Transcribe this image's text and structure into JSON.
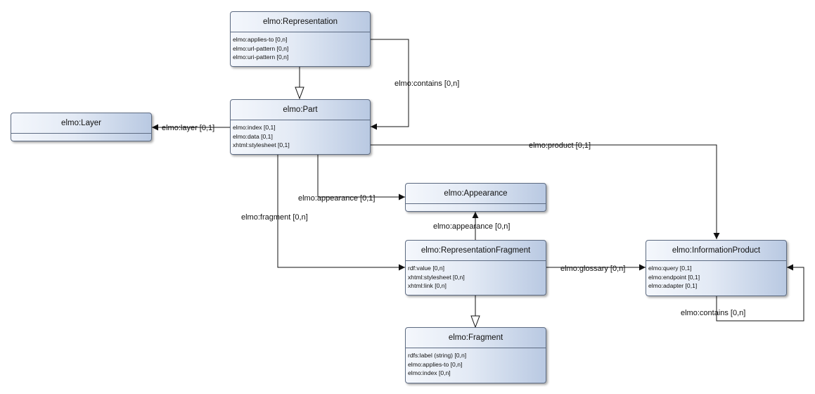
{
  "classes": {
    "representation": {
      "name": "elmo:Representation",
      "attributes": [
        "elmo:applies-to [0,n]",
        "elmo:url-pattern [0,n]",
        "elmo:uri-pattern [0,n]"
      ]
    },
    "part": {
      "name": "elmo:Part",
      "attributes": [
        "elmo:index [0,1]",
        "elmo:data [0,1]",
        "xhtml:stylesheet [0,1]"
      ]
    },
    "layer": {
      "name": "elmo:Layer",
      "attributes": []
    },
    "appearance": {
      "name": "elmo:Appearance",
      "attributes": []
    },
    "representation_fragment": {
      "name": "elmo:RepresentationFragment",
      "attributes": [
        "rdf:value [0,n]",
        "xhtml:stylesheet [0,n]",
        "xhtml:link [0,n]"
      ]
    },
    "information_product": {
      "name": "elmo:InformationProduct",
      "attributes": [
        "elmo:query [0,1]",
        "elmo:endpoint [0,1]",
        "elmo:adapter [0,1]"
      ]
    },
    "fragment": {
      "name": "elmo:Fragment",
      "attributes": [
        "rdfs:label (string) [0,n]",
        "elmo:applies-to [0,n]",
        "elmo:index [0,n]"
      ]
    }
  },
  "relations": {
    "contains_representation_part": "elmo:contains [0,n]",
    "layer": "elmo:layer [0,1]",
    "product": "elmo:product [0,1]",
    "appearance_part": "elmo:appearance [0,1]",
    "fragment": "elmo:fragment [0,n]",
    "appearance_fragment": "elmo:appearance [0,n]",
    "glossary": "elmo:glossary [0,n]",
    "contains_information_product": "elmo:contains [0,n]"
  },
  "colors": {
    "line": "#111111",
    "border": "#5d6b82",
    "fill_light": "#f4f7fc",
    "fill_dark": "#b9c9e2"
  }
}
